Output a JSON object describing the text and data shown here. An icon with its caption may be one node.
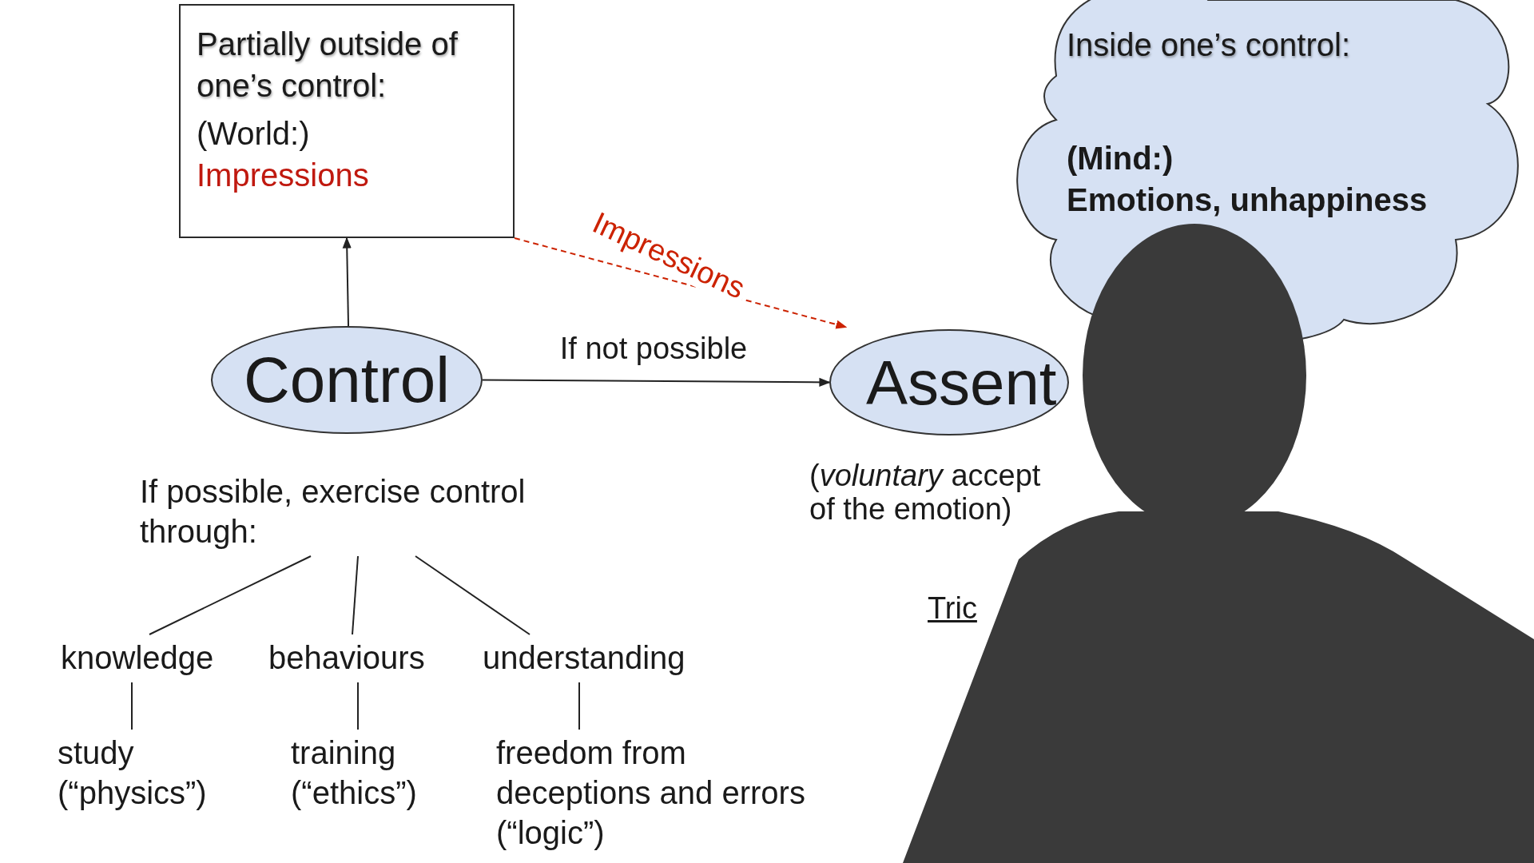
{
  "diagram": {
    "nodes": [
      {
        "text": [
          "Partially outside of one’s control:",
          "(World:)",
          "Impressions"
        ]
      },
      {
        "text": [
          "Inside one’s control:",
          "(Mind:)",
          "Emotions, unhappiness"
        ]
      },
      {
        "text": [
          "Control"
        ]
      },
      {
        "text": [
          "Assent"
        ],
        "beside": [
          "(*voluntary* accept of the emotion)"
        ]
      },
      {
        "text": [
          "If possible, exercise control through:"
        ]
      },
      {
        "text": [
          "knowledge"
        ]
      },
      {
        "text": [
          "behaviours"
        ]
      },
      {
        "text": [
          "understanding"
        ]
      },
      {
        "text": [
          "study (“physics”)"
        ]
      },
      {
        "text": [
          "training (“ethics”)"
        ]
      },
      {
        "text": [
          "freedom from deceptions and errors (“logic”)"
        ]
      }
    ],
    "edges": [
      {
        "from": 2,
        "to": 0,
        "arrow": "to"
      },
      {
        "from": 2,
        "to": 3,
        "arrow": "to",
        "label": "If not possible"
      },
      {
        "from": 0,
        "to": 3,
        "arrow": "to",
        "label": "Impressions",
        "style": "dashed",
        "color": "#cc2200"
      },
      {
        "from": 4,
        "to": 5,
        "arrow": "none"
      },
      {
        "from": 4,
        "to": 6,
        "arrow": "none"
      },
      {
        "from": 4,
        "to": 7,
        "arrow": "none"
      },
      {
        "from": 5,
        "to": 8,
        "arrow": "none"
      },
      {
        "from": 6,
        "to": 9,
        "arrow": "none"
      },
      {
        "from": 7,
        "to": 10,
        "arrow": "none"
      }
    ],
    "labels": [
      "Tric"
    ]
  }
}
